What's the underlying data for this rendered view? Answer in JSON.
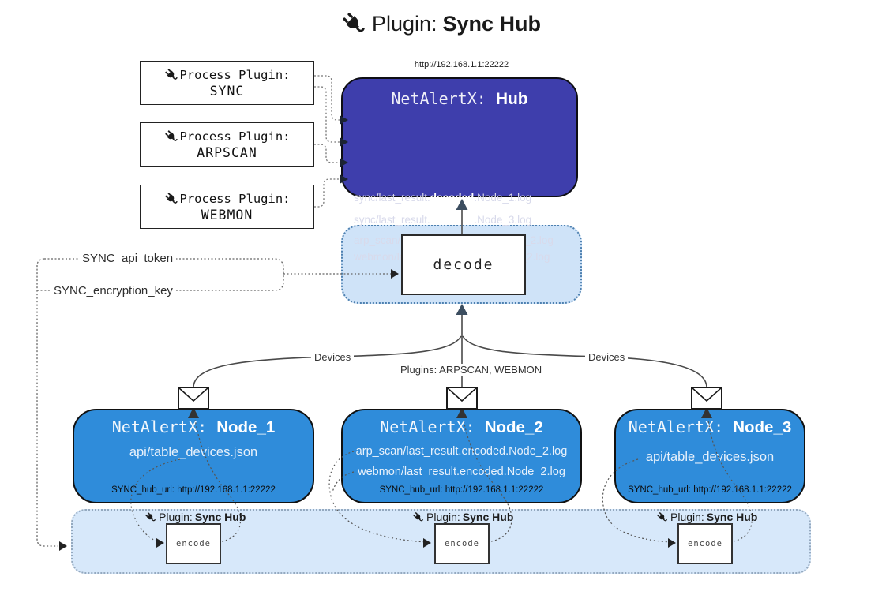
{
  "title": {
    "plain": "Plugin: ",
    "bold": "Sync Hub"
  },
  "process_plugins": [
    {
      "label": "Process Plugin:",
      "name": "SYNC"
    },
    {
      "label": "Process Plugin:",
      "name": "ARPSCAN"
    },
    {
      "label": "Process Plugin:",
      "name": "WEBMON"
    }
  ],
  "hub": {
    "url": "http://192.168.1.1:22222",
    "title_mono": "NetAlertX: ",
    "title_bold": "Hub",
    "lines": [
      {
        "pre": "sync/last_result.",
        "bold": "decoded",
        "post": ".Node_1.log"
      },
      {
        "pre": "sync/last_result.",
        "bold": "decoded",
        "post": ".Node_3.log"
      },
      {
        "pre": "arp_scan/last_result.",
        "bold": "decoded",
        "post": ".Node_2.log"
      },
      {
        "pre": "webmon/last_result.",
        "bold": "decoded",
        "post": ".Node_2.log"
      }
    ]
  },
  "decode": {
    "label": "decode"
  },
  "tokens": {
    "api_token": "SYNC_api_token",
    "encryption_key": "SYNC_encryption_key"
  },
  "edges": {
    "devices_left": "Devices",
    "devices_right": "Devices",
    "plugins_center": "Plugins: ARPSCAN, WEBMON"
  },
  "nodes": [
    {
      "title_mono": "NetAlertX: ",
      "title_bold": "Node_1",
      "files": [
        "api/table_devices.json"
      ],
      "hub_url": "SYNC_hub_url: http://192.168.1.1:22222"
    },
    {
      "title_mono": "NetAlertX: ",
      "title_bold": "Node_2",
      "files": [
        "arp_scan/last_result.encoded.Node_2.log",
        "webmon/last_result.encoded.Node_2.log"
      ],
      "hub_url": "SYNC_hub_url: http://192.168.1.1:22222"
    },
    {
      "title_mono": "NetAlertX: ",
      "title_bold": "Node_3",
      "files": [
        "api/table_devices.json"
      ],
      "hub_url": "SYNC_hub_url: http://192.168.1.1:22222"
    }
  ],
  "band": {
    "plugin_label_plain": "Plugin: ",
    "plugin_label_bold": "Sync Hub",
    "encode_label": "encode"
  },
  "colors": {
    "hub_bg": "#3e3eac",
    "node_bg": "#2f8cda",
    "decode_container_bg": "#cfe3f8",
    "band_bg": "#d7e8fa",
    "arrow_slate": "#3c4e60"
  }
}
